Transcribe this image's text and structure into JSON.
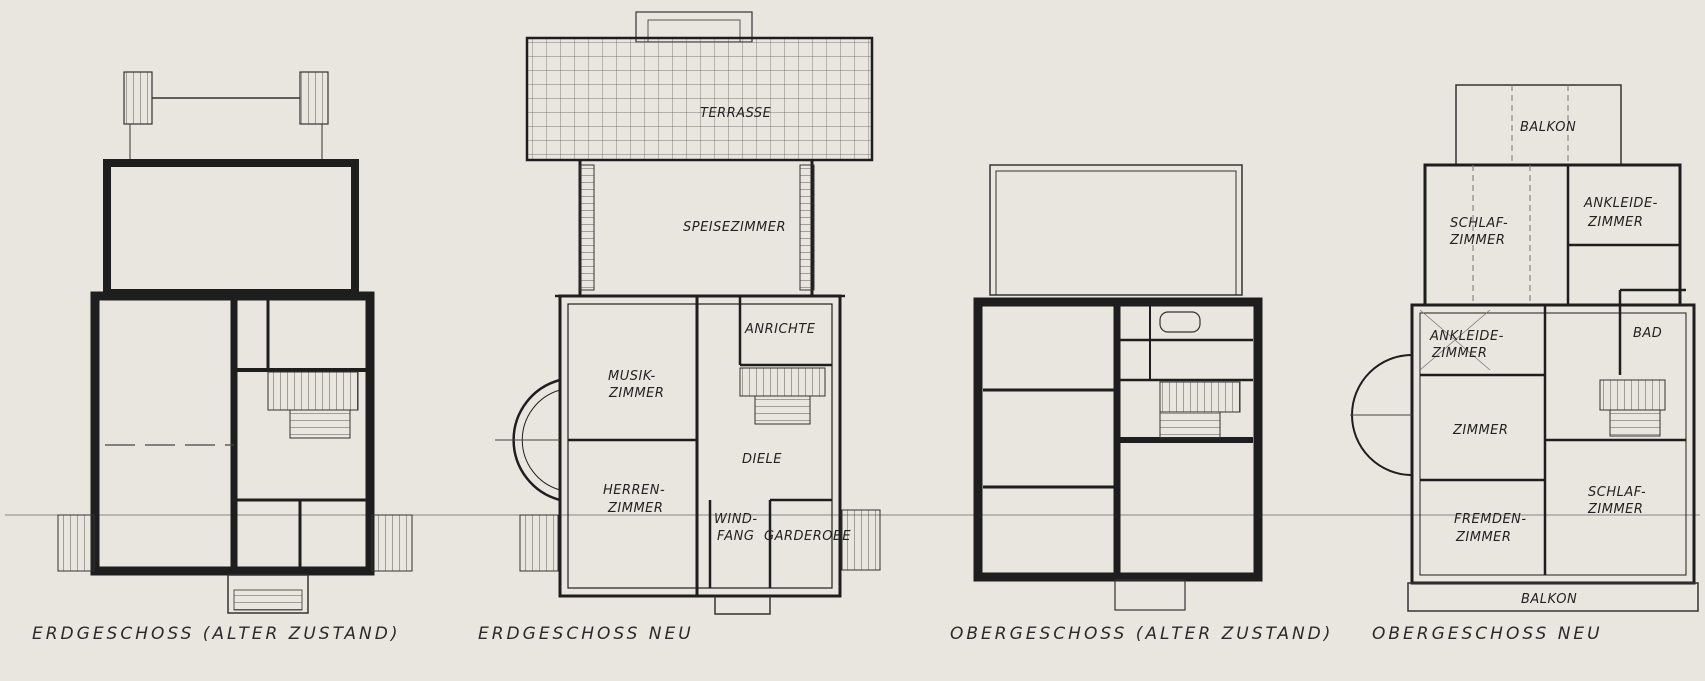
{
  "labels": {
    "plan1": "ERDGESCHOSS  (ALTER ZUSTAND)",
    "plan2": "ERDGESCHOSS   NEU",
    "plan3": "OBERGESCHOSS  (ALTER ZUSTAND)",
    "plan4": "OBERGESCHOSS   NEU"
  },
  "rooms": {
    "terrasse": "TERRASSE",
    "speisezimmer": "SPEISEZIMMER",
    "musikzimmer_1": "MUSIK-",
    "musikzimmer_2": "ZIMMER",
    "anrichte": "ANRICHTE",
    "herrenzimmer_1": "HERREN-",
    "herrenzimmer_2": "ZIMMER",
    "diele": "DIELE",
    "windfang_1": "WIND-",
    "windfang_2": "FANG",
    "garderobe": "GARDEROBE",
    "balkon_top": "BALKON",
    "schlafzimmer1_1": "SCHLAF-",
    "schlafzimmer1_2": "ZIMMER",
    "ankleidezimmer1_1": "ANKLEIDE-",
    "ankleidezimmer1_2": "ZIMMER",
    "ankleidezimmer2_1": "ANKLEIDE-",
    "ankleidezimmer2_2": "ZIMMER",
    "bad": "BAD",
    "zimmer": "ZIMMER",
    "schlafzimmer2_1": "SCHLAF-",
    "schlafzimmer2_2": "ZIMMER",
    "fremdenzimmer_1": "FREMDEN-",
    "fremdenzimmer_2": "ZIMMER",
    "balkon_bottom": "BALKON"
  },
  "colors": {
    "paper": "#e9e6df",
    "ink": "#1e1e1e",
    "line": "#3a3a3a"
  }
}
